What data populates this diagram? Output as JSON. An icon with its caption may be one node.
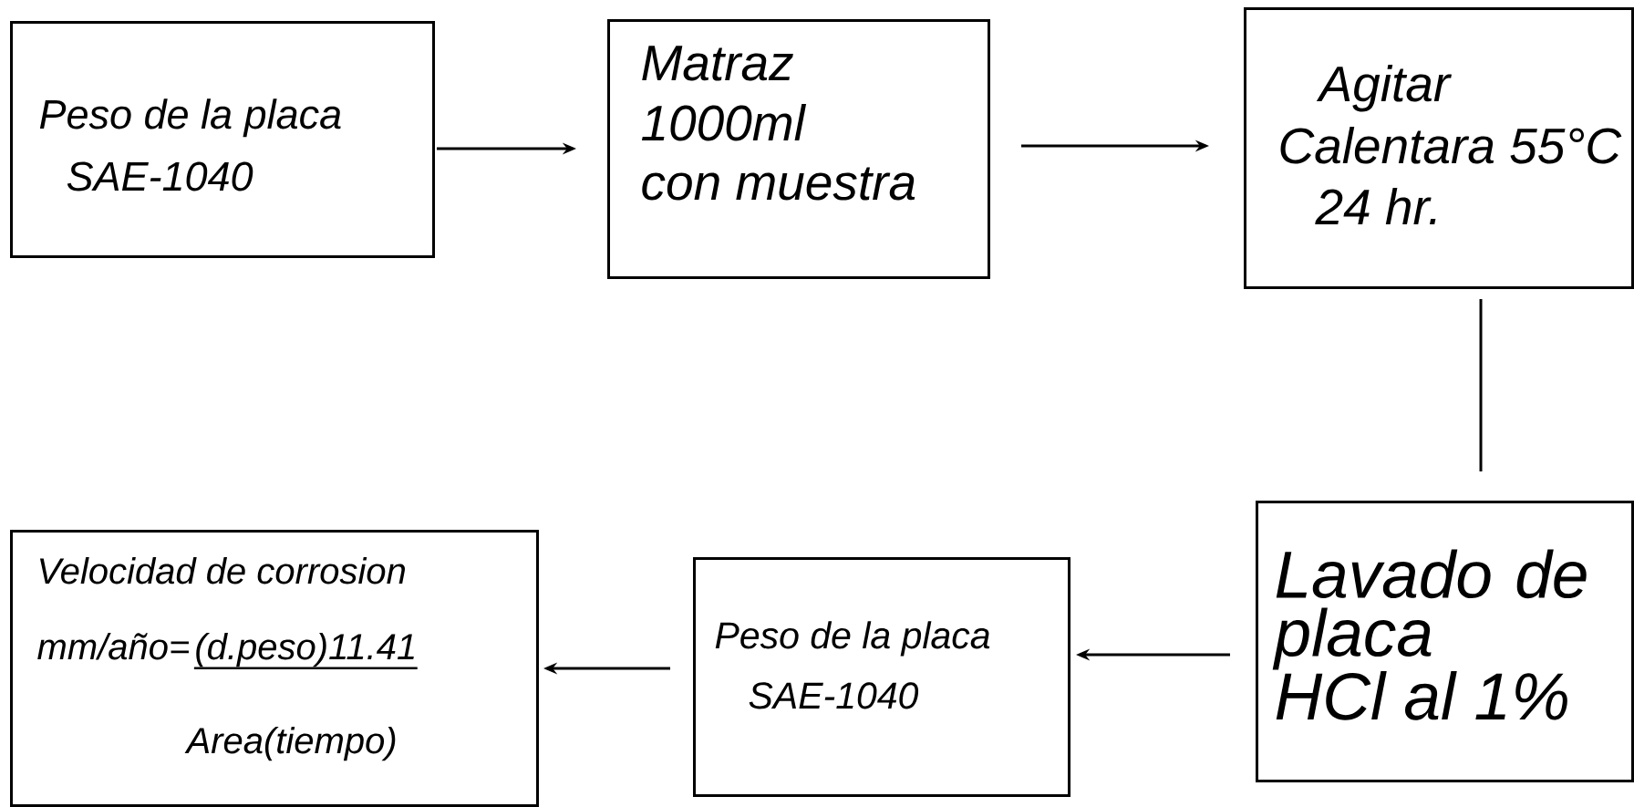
{
  "diagram": {
    "nodes": [
      {
        "text": [
          "Peso de la placa",
          "SAE-1040"
        ]
      },
      {
        "text": [
          "Matraz",
          "1000ml",
          "con muestra"
        ]
      },
      {
        "text": [
          "Agitar",
          "Calentara 55°C",
          "24 hr."
        ]
      },
      {
        "text": [
          "Lavado de placa",
          "HCl al 1%"
        ]
      },
      {
        "text": [
          "Peso de la placa",
          "SAE-1040"
        ]
      },
      {
        "text": [
          "Velocidad de corrosion",
          "mm/año=",
          "(d.peso)11.41",
          "Area(tiempo)"
        ]
      }
    ],
    "edges": [
      {
        "from": 0,
        "to": 1,
        "arrow": "to"
      },
      {
        "from": 1,
        "to": 2,
        "arrow": "to"
      },
      {
        "from": 2,
        "to": 3,
        "arrow": "none"
      },
      {
        "from": 3,
        "to": 4,
        "arrow": "to"
      },
      {
        "from": 4,
        "to": 5,
        "arrow": "to"
      }
    ]
  }
}
